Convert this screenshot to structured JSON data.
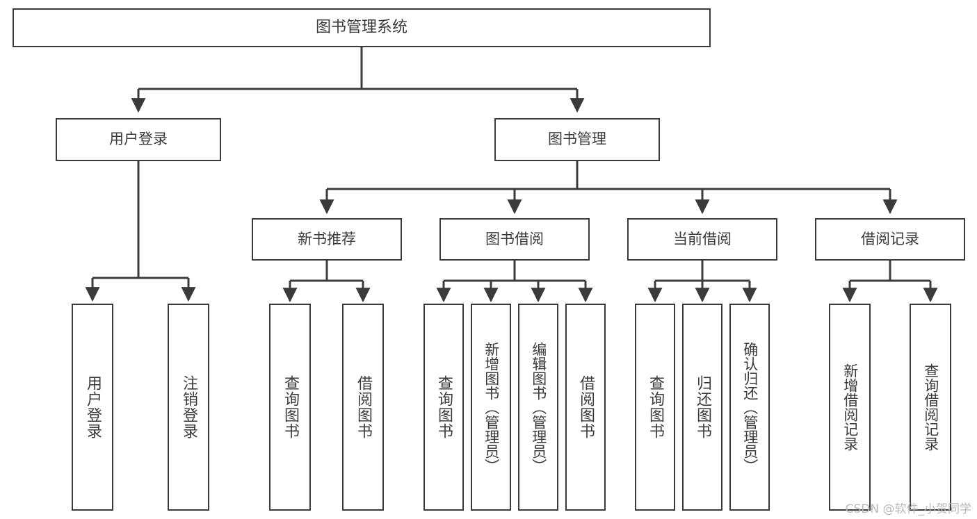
{
  "diagram": {
    "title": "图书管理系统",
    "root": {
      "label": "图书管理系统"
    },
    "level2": [
      {
        "label": "用户登录"
      },
      {
        "label": "图书管理"
      }
    ],
    "level3": [
      {
        "label": "新书推荐"
      },
      {
        "label": "图书借阅"
      },
      {
        "label": "当前借阅"
      },
      {
        "label": "借阅记录"
      }
    ],
    "leaves": [
      {
        "label": "用户登录"
      },
      {
        "label": "注销登录"
      },
      {
        "label": "查询图书"
      },
      {
        "label": "借阅图书"
      },
      {
        "label": "查询图书"
      },
      {
        "label": "新增图书（管理员）"
      },
      {
        "label": "编辑图书（管理员）"
      },
      {
        "label": "借阅图书"
      },
      {
        "label": "查询图书"
      },
      {
        "label": "归还图书"
      },
      {
        "label": "确认归还（管理员）"
      },
      {
        "label": "新增借阅记录"
      },
      {
        "label": "查询借阅记录"
      }
    ]
  },
  "watermark": {
    "text": "CSDN @软件_小贺同学"
  },
  "colors": {
    "background": "#ffffff",
    "box_border": "#3b3b3b",
    "connector": "#3b3b3b",
    "text": "#3a3a3a",
    "watermark": "#b9b9b9"
  }
}
